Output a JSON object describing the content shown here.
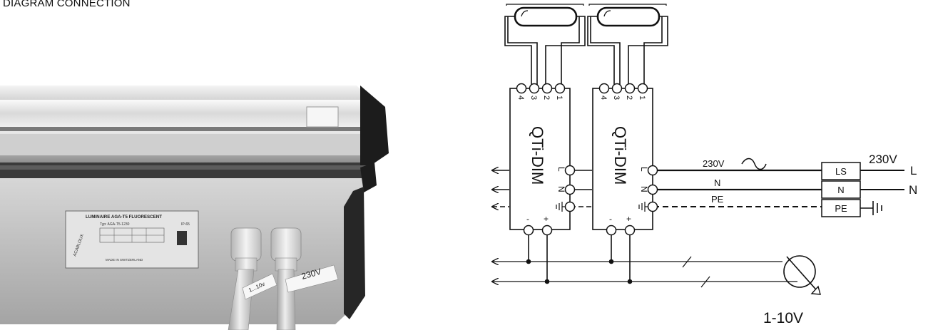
{
  "title": "DIAGRAM CONNECTION",
  "photo": {
    "label_heading": "LUMINAIRE AGA-T5 FLUORESCENT",
    "label_type": "Typ: AGA-T5-1230",
    "label_ip": "IP-65",
    "label_made_in": "MADE IN SWITZERLAND",
    "label_brand": "ACABLOUX",
    "cable_tag_left": "1...10v",
    "cable_tag_right": "230V"
  },
  "ballasts": [
    {
      "name": "QTi-DIM",
      "lamp_terminals": [
        "4",
        "3",
        "2",
        "1"
      ],
      "mains_terminals": [
        "L",
        "N"
      ],
      "control_terminals": [
        "-",
        "+"
      ]
    },
    {
      "name": "QTi-DIM",
      "lamp_terminals": [
        "4",
        "3",
        "2",
        "1"
      ],
      "mains_terminals": [
        "L",
        "N"
      ],
      "control_terminals": [
        "-",
        "+"
      ]
    }
  ],
  "wires": {
    "phase": "230V",
    "neutral": "N",
    "earth": "PE"
  },
  "terminal_block": [
    "LS",
    "N",
    "PE"
  ],
  "supply": {
    "voltage": "230V",
    "phase_letter": "L",
    "neutral_letter": "N"
  },
  "control": {
    "label": "1-10V"
  }
}
